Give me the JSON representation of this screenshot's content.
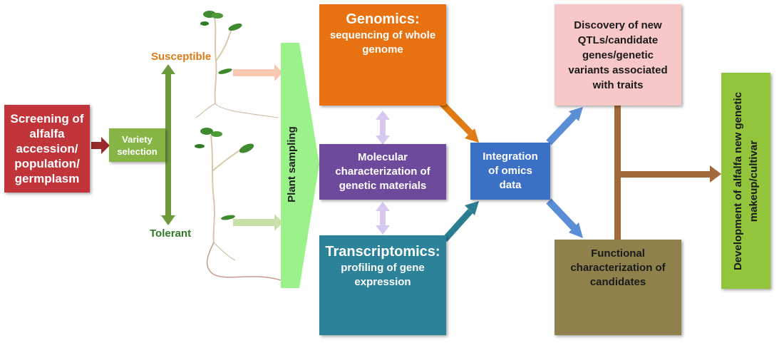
{
  "screening": {
    "text": "Screening of alfalfa accession/ population/ germplasm"
  },
  "variety": {
    "text": "Variety selection"
  },
  "labels": {
    "susceptible": "Susceptible",
    "tolerant": "Tolerant"
  },
  "sampling": {
    "text": "Plant sampling"
  },
  "genomics": {
    "title": "Genomics:",
    "body": "sequencing of whole genome"
  },
  "molecular": {
    "text": "Molecular characterization of genetic materials"
  },
  "transcriptomics": {
    "title": "Transcriptomics:",
    "body": "profiling of gene expression"
  },
  "integration": {
    "text": "Integration of omics data"
  },
  "discovery": {
    "text": "Discovery of new QTLs/candidate genes/genetic variants associated with traits"
  },
  "functional": {
    "text": "Functional characterization of candidates"
  },
  "development": {
    "line1": "Development of alfalfa new genetic",
    "line2": "makeup/cultivar"
  },
  "colors": {
    "screening": "#c0343a",
    "variety": "#86b545",
    "sampling": "#9cf28a",
    "genomics": "#e8720f",
    "molecular": "#6d4a9c",
    "transcriptomics": "#2b8299",
    "integration": "#3b70c6",
    "discovery": "#f8c8c8",
    "functional": "#8f814c",
    "development": "#92c43c"
  }
}
